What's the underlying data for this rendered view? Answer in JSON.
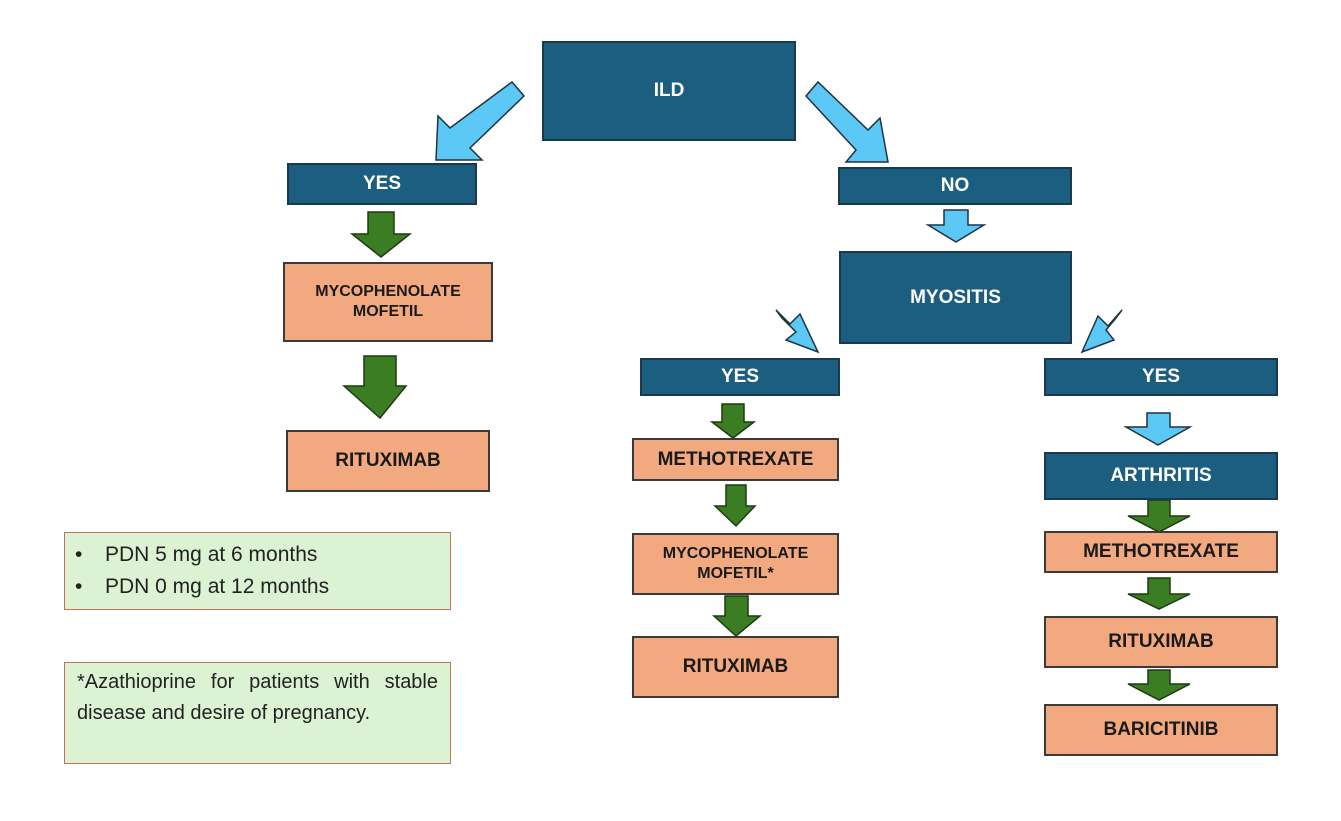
{
  "colors": {
    "decision_fill": "#1b5e80",
    "treatment_fill": "#f3a980",
    "note_fill": "#dbf2d3",
    "note_border": "#c9705a",
    "arrow_blue": "#5bc8f5",
    "arrow_green": "#3a7d23"
  },
  "nodes": {
    "ild": "ILD",
    "ild_yes": "YES",
    "ild_no": "NO",
    "myositis": "MYOSITIS",
    "myositis_yes_left": "YES",
    "myositis_yes_right": "YES",
    "arthritis": "ARTHRITIS"
  },
  "treatments": {
    "ild_path": [
      "MYCOPHENOLATE MOFETIL",
      "RITUXIMAB"
    ],
    "myositis_path": [
      "METHOTREXATE",
      "MYCOPHENOLATE MOFETIL*",
      "RITUXIMAB"
    ],
    "arthritis_path": [
      "METHOTREXATE",
      "RITUXIMAB",
      "BARICITINIB"
    ]
  },
  "notes": {
    "prednisone": [
      "PDN 5 mg at 6 months",
      "PDN 0 mg at 12 months"
    ],
    "footnote": "*Azathioprine for patients with stable disease and desire of pregnancy."
  }
}
